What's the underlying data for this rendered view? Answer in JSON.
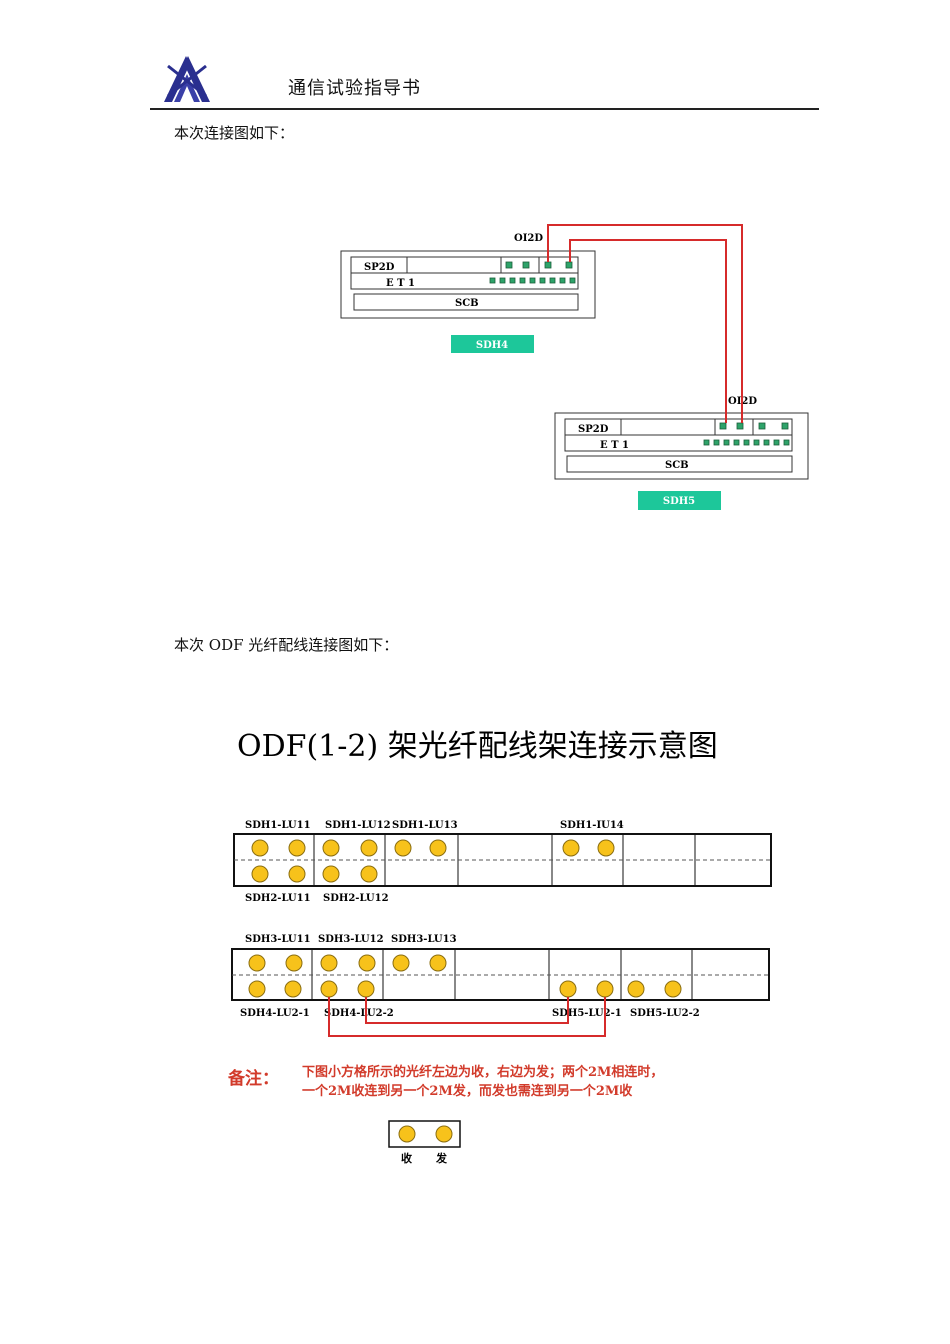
{
  "header": {
    "title": "通信试验指导书",
    "logo_icon": "logo-icon",
    "logo_color": "#2a2f8f"
  },
  "caption1": "本次连接图如下：",
  "caption2": "本次 ODF 光纤配线连接图如下：",
  "diagram1": {
    "sdh4": {
      "card_oi2d": "OI2D",
      "card_sp2d": "SP2D",
      "card_et1": "E T 1",
      "card_scb": "SCB",
      "badge": "SDH4"
    },
    "sdh5": {
      "card_oi2d": "OI2D",
      "card_sp2d": "SP2D",
      "card_et1": "E T 1",
      "card_scb": "SCB",
      "badge": "SDH5"
    },
    "badge_color": "#1dc79a",
    "fiber_color": "#d62b2b",
    "port_color": "#2ea36a"
  },
  "diagram2": {
    "title": "ODF(1-2) 架光纤配线架连接示意图",
    "rack1": {
      "top_labels": [
        "SDH1-LU11",
        "SDH1-LU12",
        "SDH1-LU13",
        "SDH1-IU14"
      ],
      "bottom_labels": [
        "SDH2-LU11",
        "SDH2-LU12"
      ]
    },
    "rack2": {
      "top_labels": [
        "SDH3-LU11",
        "SDH3-LU12",
        "SDH3-LU13"
      ],
      "bottom_labels": [
        "SDH4-LU2-1",
        "SDH4-LU2-2",
        "SDH5-LU2-1",
        "SDH5-LU2-2"
      ]
    },
    "note_label": "备注：",
    "note_line1": "下图小方格所示的光纤左边为收，右边为发；两个2M相连时，",
    "note_line2": "一个2M收连到另一个2M发，而发也需连到另一个2M收",
    "legend": {
      "rx": "收",
      "tx": "发"
    },
    "port_fill": "#f7c21b",
    "note_color": "#d23b2b",
    "fiber_color": "#d62b2b"
  }
}
